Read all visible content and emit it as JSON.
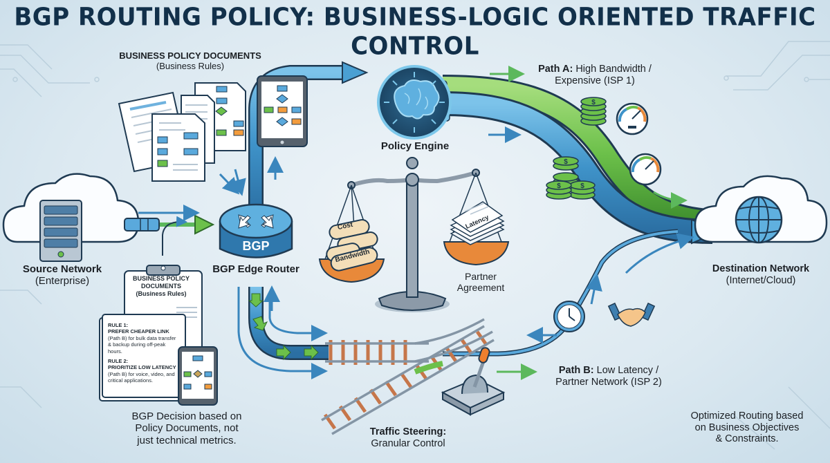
{
  "title": "BGP ROUTING POLICY: BUSINESS-LOGIC ORIENTED TRAFFIC CONTROL",
  "colors": {
    "title": "#12304a",
    "pipe_blue": "#3f93c9",
    "pipe_green": "#6cc04a",
    "outline": "#1f3a52",
    "bowl_orange": "#e8893a",
    "background": "#dce9f1"
  },
  "policy_docs_top": {
    "heading": "BUSINESS POLICY DOCUMENTS",
    "subheading": "(Business Rules)"
  },
  "policy_engine": {
    "label": "Policy Engine",
    "icon": "brain-icon"
  },
  "path_a": {
    "label_bold": "Path A:",
    "label_rest": "High Bandwidth /",
    "line2": "Expensive (ISP 1)"
  },
  "source": {
    "label": "Source Network",
    "sublabel": "(Enterprise)"
  },
  "router": {
    "badge": "BGP",
    "label": "BGP Edge Router"
  },
  "scale": {
    "left_items": [
      "Cost",
      "Bandwidth"
    ],
    "right_item": "Latency",
    "right_label_line1": "Partner",
    "right_label_line2": "Agreement"
  },
  "destination": {
    "label": "Destination Network",
    "sublabel": "(Internet/Cloud)"
  },
  "clipboard": {
    "heading_line1": "BUSINESS POLICY",
    "heading_line2": "DOCUMENTS",
    "heading_line3": "(Business Rules)",
    "rules": [
      {
        "title": "RULE 1:",
        "emphasis": "PREFER CHEAPER LINK",
        "text": "(Path B) for bulk data transfer & backup during off-peak hours."
      },
      {
        "title": "RULE 2:",
        "emphasis": "PRIORITIZE LOW LATENCY",
        "text": "(Path B) for voice, video, and critical applications."
      }
    ]
  },
  "path_b": {
    "label_bold": "Path B:",
    "label_rest": "Low Latency /",
    "line2": "Partner Network (ISP 2)"
  },
  "steering": {
    "label_bold": "Traffic Steering:",
    "label_rest": "Granular Control"
  },
  "footer_left": {
    "line1": "BGP Decision based on",
    "line2": "Policy Documents, not",
    "line3": "just technical metrics."
  },
  "footer_right": {
    "line1": "Optimized Routing based",
    "line2": "on Business Objectives",
    "line3": "& Constraints."
  },
  "icons": {
    "money": "$",
    "clock": "clock-icon",
    "handshake": "handshake-icon",
    "gauge": "speedometer-icon",
    "globe": "globe-icon",
    "server": "server-icon"
  }
}
